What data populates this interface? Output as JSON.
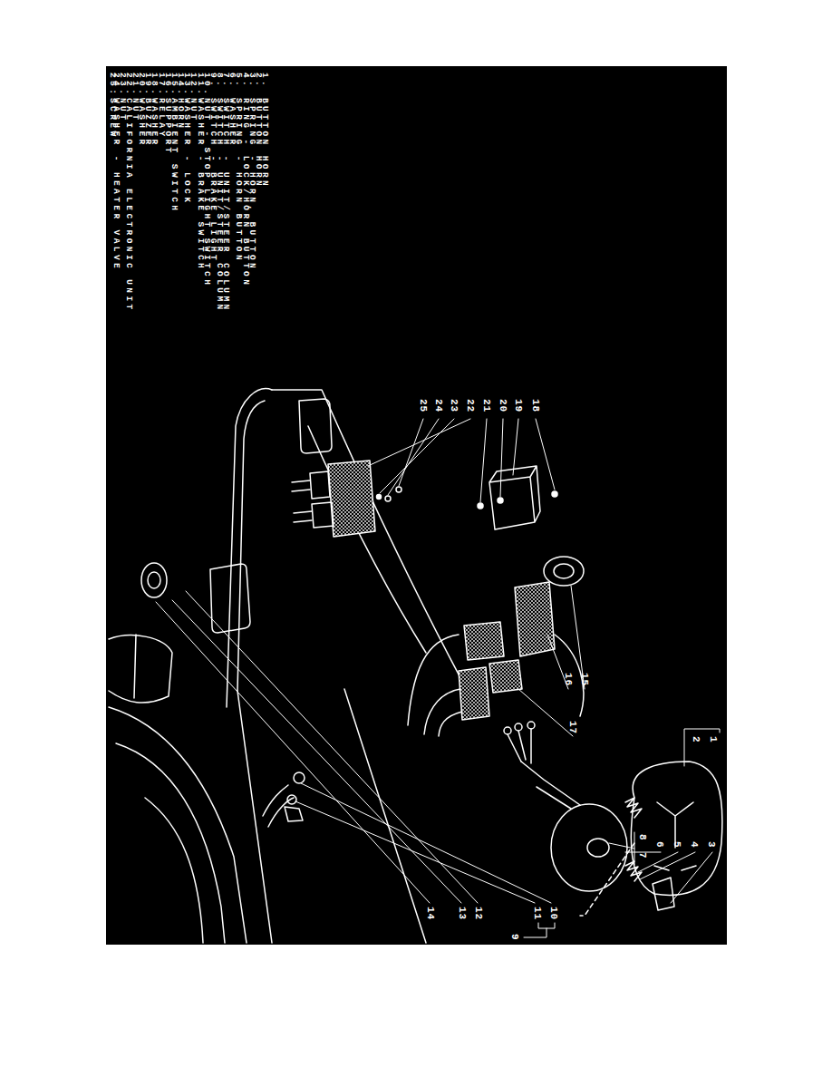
{
  "diagram": {
    "labels": [
      "1.",
      "BUTTON HORN",
      "2.",
      "BUTTON HORN",
      "3.",
      "SPRING - HORN, BUTTON",
      "4.",
      "RING - LOCK/HORN BUTTON",
      "5.",
      "SPRING - HORN BUTTON",
      "6.",
      "WASHER",
      "7.",
      "SWITCH - UNIT/STEER COLUMN",
      "8.",
      "SWITCH - UNIT/STEER COLUMN",
      "9.",
      "SWITCH - BRAKE LIGHT",
      "10.",
      "NUT - STOP LIGHT SWITCH",
      "11.",
      "WASHER - BRAKE SWITCH",
      "12.",
      "NUT",
      "13.",
      "WASHER - LOCK",
      "14.",
      "HORN",
      "15.",
      "AMBIENT SWITCH",
      "16.",
      "SUPPORT",
      "17.",
      "RELAY",
      "18.",
      "WASHER",
      "19.",
      "BUZZER",
      "20.",
      "WASHER",
      "21.",
      "NUT",
      "22.",
      "CALIFORNIA ELECTRONIC UNIT",
      "23.",
      "NUT",
      "24.",
      "WASHER - HEATER VALVE",
      "25.",
      "SCREW",
      "1",
      "2",
      "3",
      "4",
      "5",
      "6",
      "8",
      "7",
      "9",
      "10",
      "11",
      "12",
      "13",
      "14",
      "15",
      "16",
      "17",
      "18",
      "19",
      "20",
      "21",
      "22",
      "23",
      "24",
      "25"
    ]
  }
}
